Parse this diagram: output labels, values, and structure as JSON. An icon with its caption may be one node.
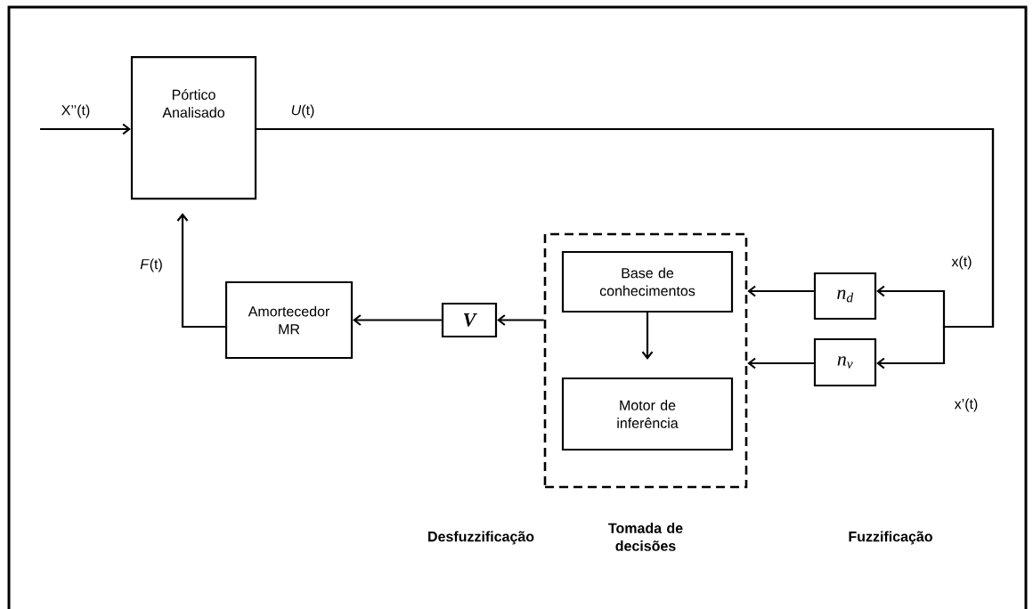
{
  "diagram": {
    "nodes": [
      {
        "text": [
          "Pórtico Analisado"
        ]
      },
      {
        "text": [],
        "shape": "box"
      },
      {
        "text": [
          "Base de conhecimentos"
        ],
        "in": 1
      },
      {
        "text": [
          "Motor de inferência"
        ],
        "in": 1
      },
      {
        "text": [
          "n$_{d}$"
        ]
      },
      {
        "text": [
          "n$_{v}$"
        ]
      },
      {
        "text": [
          "V"
        ]
      },
      {
        "text": [
          "Amortecedor MR"
        ]
      }
    ],
    "edges": [
      {
        "from": null,
        "to": 0,
        "arrow": "to",
        "label": "X’’(t)"
      },
      {
        "from": 0,
        "to": 4,
        "arrow": "to",
        "label": "x(t)"
      },
      {
        "from": 0,
        "to": 5,
        "arrow": "to",
        "label": "x’(t)"
      },
      {
        "from": 4,
        "to": 1,
        "arrow": "to"
      },
      {
        "from": 5,
        "to": 1,
        "arrow": "to"
      },
      {
        "from": 2,
        "to": 3,
        "arrow": "to"
      },
      {
        "from": 1,
        "to": 6,
        "arrow": "to"
      },
      {
        "from": 6,
        "to": 7,
        "arrow": "to"
      },
      {
        "from": 7,
        "to": 0,
        "arrow": "to",
        "label": "*F*(t)"
      }
    ],
    "labels": [
      "*U*(t)",
      "Desfuzzificação",
      "Tomada de decisões",
      "Fuzzificação"
    ]
  }
}
